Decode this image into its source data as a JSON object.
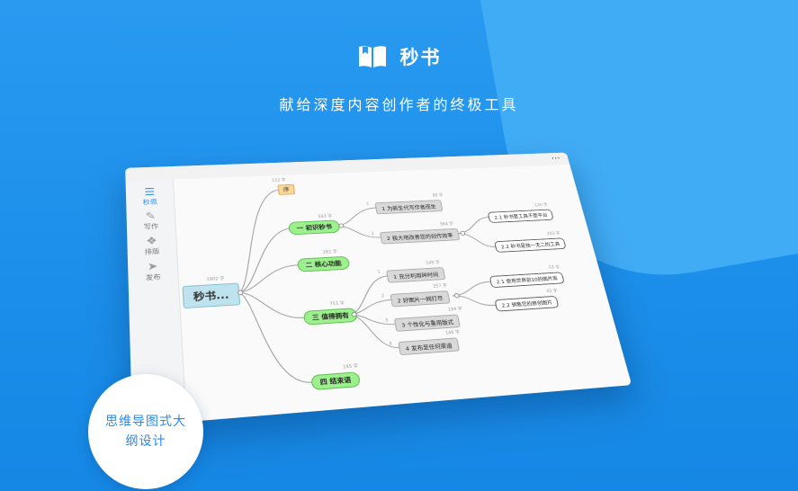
{
  "header": {
    "app_name": "秒书",
    "tagline": "献给深度内容创作者的终极工具"
  },
  "device": {
    "more_icon": "···",
    "sidebar": [
      {
        "label": "秒思",
        "icon": "outline-icon",
        "active": true
      },
      {
        "label": "写作",
        "icon": "pencil-icon",
        "active": false
      },
      {
        "label": "排版",
        "icon": "layout-icon",
        "active": false
      },
      {
        "label": "发布",
        "icon": "send-icon",
        "active": false
      }
    ]
  },
  "mindmap": {
    "root": {
      "label": "秒书...",
      "count": "1902 字"
    },
    "intro": {
      "label": "序",
      "count": "122 字"
    },
    "branch1": {
      "label": "一 初识秒书",
      "count": "593 字",
      "children": [
        {
          "label": "1 为新生代写作者而生",
          "count": "99 字",
          "index": "1"
        },
        {
          "label": "2 极大地改善您的创作效率",
          "count": "384 字",
          "index": "2",
          "children": [
            {
              "label": "2.1 秒书是工具不是平台",
              "count": "130 字"
            },
            {
              "label": "2.2 秒书是独一无二的工具",
              "count": "203 字"
            }
          ]
        }
      ]
    },
    "branch2": {
      "label": "二 核心功能",
      "count": "282 字"
    },
    "branch3": {
      "label": "三 值得拥有",
      "count": "751 字",
      "children": [
        {
          "label": "1 充分利用碎时间",
          "count": "149 字",
          "index": "1"
        },
        {
          "label": "2 好图片一网打尽",
          "count": "257 字",
          "index": "2",
          "children": [
            {
              "label": "2.1 使用世界前10的图片库",
              "count": "53 字"
            },
            {
              "label": "2.2 销售您的原创图片",
              "count": "43 字"
            }
          ]
        },
        {
          "label": "3 个性化与重用版式",
          "count": "194 字",
          "index": "3"
        },
        {
          "label": "4 发布至任何渠道",
          "count": "146 字",
          "index": "4"
        }
      ]
    },
    "branch4": {
      "label": "四 结束语",
      "count": "145 字"
    }
  },
  "feature_badge": "思维导图式大纲设计"
}
